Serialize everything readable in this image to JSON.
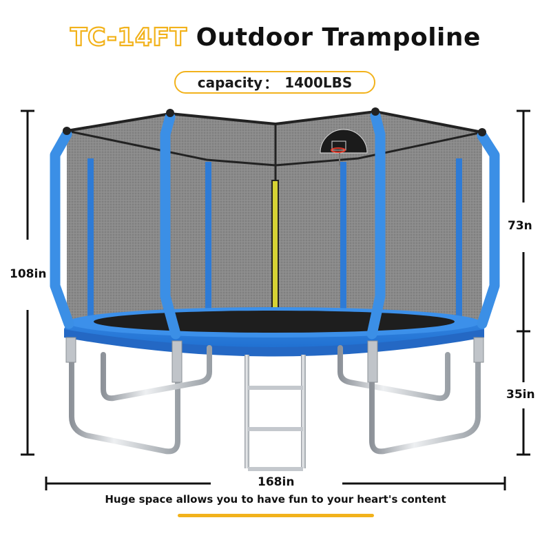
{
  "header": {
    "model": "TC-14FT",
    "product_name": "Outdoor Trampoline"
  },
  "capacity": {
    "label": "capacity",
    "separator": "：",
    "value": "1400LBS"
  },
  "dimensions": {
    "total_height": "108in",
    "net_height": "73n",
    "frame_height": "35in",
    "diameter": "168in"
  },
  "caption": "Huge space allows you to have fun to your heart's content",
  "colors": {
    "accent_yellow": "#f2b21b",
    "pole_blue": "#3b8fe6",
    "pad_blue": "#2f7ee0",
    "net_gray": "#7a7a7a",
    "mat_black": "#1e1e1e",
    "steel": "#c9cdd2",
    "text_black": "#111111"
  },
  "illustration": {
    "features": [
      "safety-enclosure-net",
      "basketball-hoop",
      "zipper-entrance",
      "padded-frame",
      "ladder",
      "steel-legs"
    ]
  }
}
